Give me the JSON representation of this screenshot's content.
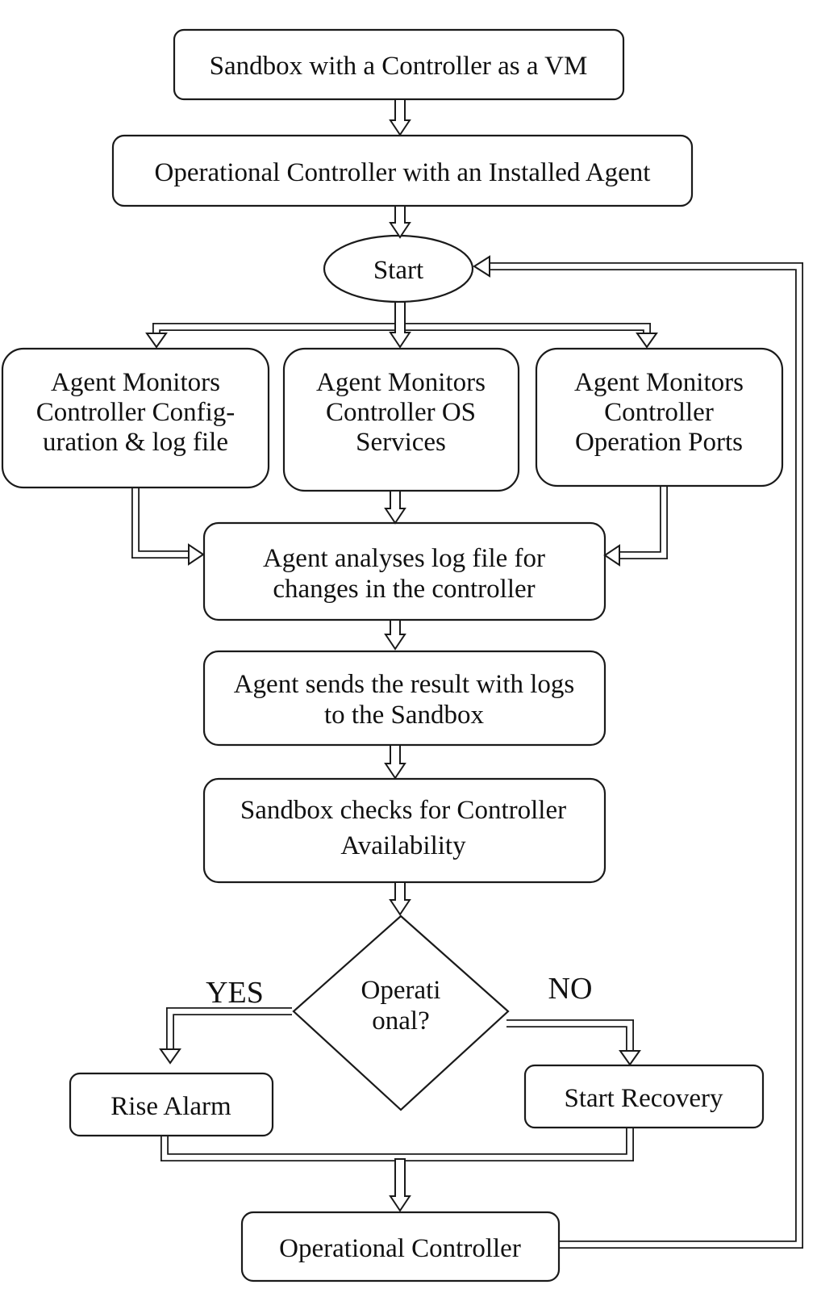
{
  "colors": {
    "stroke": "#1a1a1a",
    "background": "#ffffff"
  },
  "flowchart": {
    "nodes": {
      "sandbox_vm": {
        "label": "Sandbox with a Controller as a VM"
      },
      "operational_agent": {
        "label": "Operational Controller with an Installed Agent"
      },
      "start": {
        "label": "Start"
      },
      "monitor_config": {
        "line1": "Agent Monitors",
        "line2": "Controller Config-",
        "line3": "uration & log file"
      },
      "monitor_os": {
        "line1": "Agent Monitors",
        "line2": "Controller OS",
        "line3": "Services"
      },
      "monitor_ports": {
        "line1": "Agent Monitors",
        "line2": "Controller",
        "line3": "Operation Ports"
      },
      "analyse_log": {
        "line1": "Agent analyses log file for",
        "line2": "changes in the controller"
      },
      "send_result": {
        "line1": "Agent sends the result with logs",
        "line2": "to the Sandbox"
      },
      "sandbox_checks": {
        "line1": "Sandbox checks for Controller",
        "line2": "Availability"
      },
      "decision_operational": {
        "line1": "Operati",
        "line2": "onal?"
      },
      "rise_alarm": {
        "label": "Rise Alarm"
      },
      "start_recovery": {
        "label": "Start Recovery"
      },
      "operational_controller": {
        "label": "Operational Controller"
      }
    },
    "edge_labels": {
      "yes": "YES",
      "no": "NO"
    }
  }
}
